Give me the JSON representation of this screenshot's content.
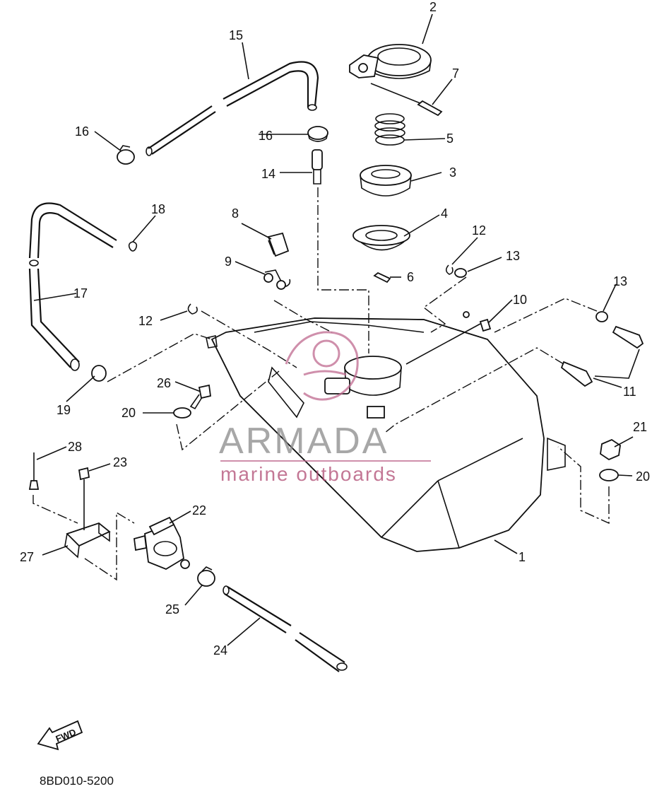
{
  "diagram": {
    "part_numbers": [
      "1",
      "2",
      "3",
      "4",
      "5",
      "6",
      "7",
      "8",
      "9",
      "10",
      "11",
      "12",
      "12",
      "13",
      "13",
      "14",
      "15",
      "16",
      "16",
      "17",
      "18",
      "19",
      "20",
      "20",
      "21",
      "22",
      "23",
      "24",
      "25",
      "26",
      "27",
      "28"
    ],
    "diagram_code": "8BD010-5200",
    "fwd_label": "FWD"
  },
  "watermark": {
    "brand": "ARMADA",
    "tagline": "marine outboards",
    "colors": {
      "brand": "#8a8a8a",
      "accent": "#b04a72"
    }
  }
}
